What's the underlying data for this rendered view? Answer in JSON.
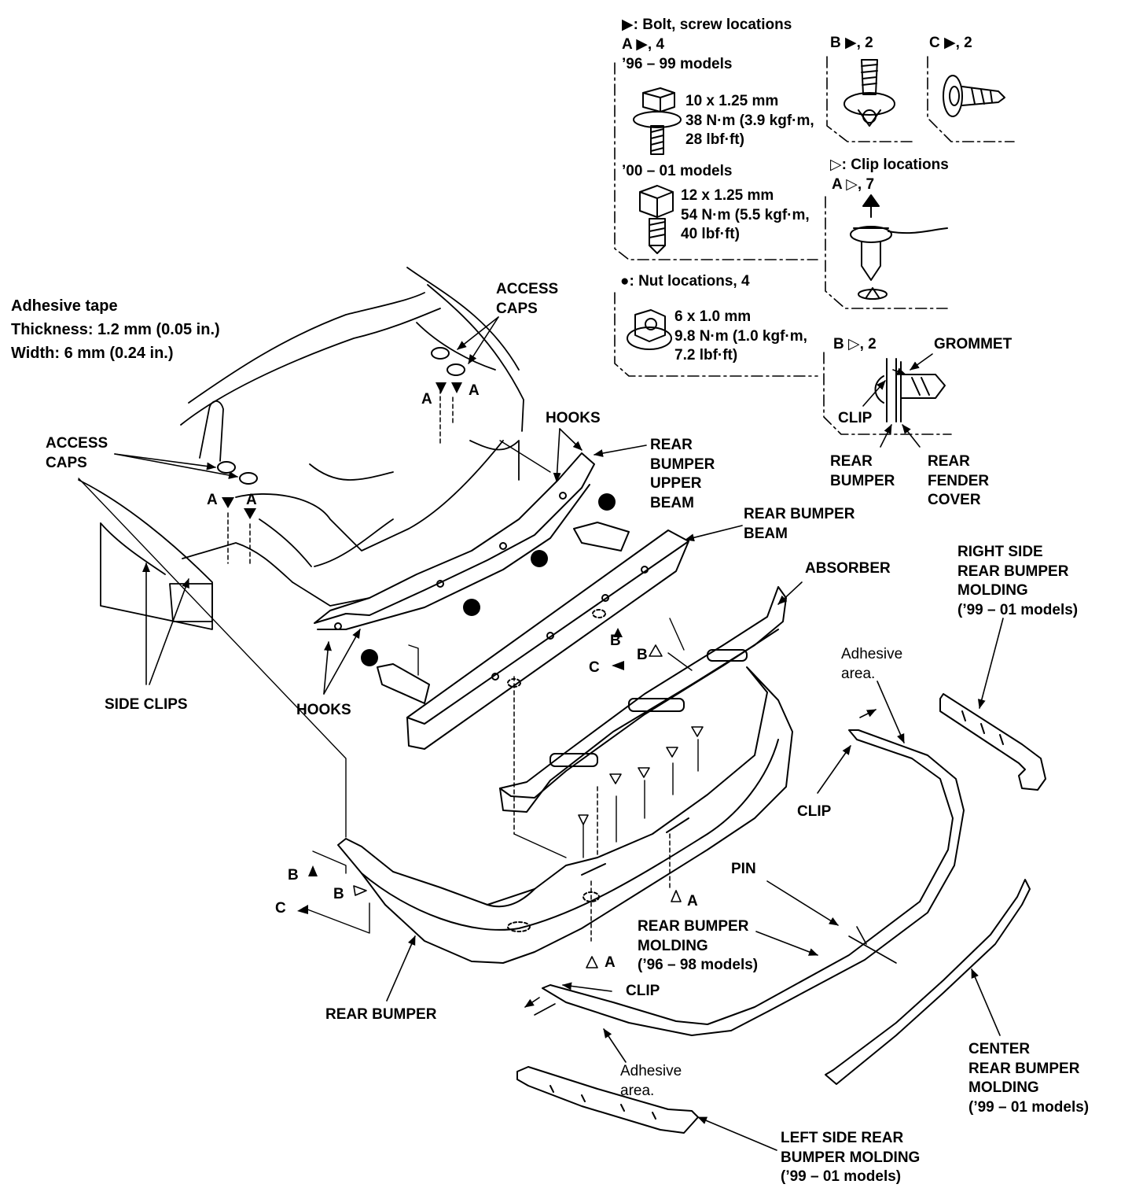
{
  "legend": {
    "bolt_header": "▶: Bolt, screw locations",
    "a_bolt": "A ▶, 4",
    "models_96_99": "’96 – 99 models",
    "bolt1_lines": [
      "10 x 1.25 mm",
      "38 N·m (3.9 kgf·m,",
      "28 lbf·ft)"
    ],
    "models_00_01": "’00 – 01 models",
    "bolt2_lines": [
      "12 x 1.25 mm",
      "54 N·m (5.5 kgf·m,",
      "40 lbf·ft)"
    ],
    "nut_header": "●: Nut locations, 4",
    "nut_lines": [
      "6 x 1.0 mm",
      "9.8 N·m (1.0 kgf·m,",
      "7.2 lbf·ft)"
    ],
    "b_screw": "B ▶, 2",
    "c_screw": "C ▶, 2",
    "clip_header": "▷: Clip locations",
    "a_clip": "A ▷, 7",
    "b_clip": "B ▷, 2",
    "grommet": "GROMMET",
    "clip": "CLIP",
    "rear_bumper_lines": [
      "REAR",
      "BUMPER"
    ],
    "fender_cover_lines": [
      "REAR",
      "FENDER",
      "COVER"
    ]
  },
  "adhesive_note": [
    "Adhesive tape",
    "Thickness: 1.2 mm (0.05 in.)",
    "Width: 6 mm (0.24 in.)"
  ],
  "callouts": {
    "access_caps_top": [
      "ACCESS",
      "CAPS"
    ],
    "access_caps_left": [
      "ACCESS",
      "CAPS"
    ],
    "hooks_top": "HOOKS",
    "hooks_bottom": "HOOKS",
    "upper_beam": [
      "REAR",
      "BUMPER",
      "UPPER",
      "BEAM"
    ],
    "bumper_beam": [
      "REAR BUMPER",
      "BEAM"
    ],
    "absorber": "ABSORBER",
    "side_clips": "SIDE CLIPS",
    "right_molding": [
      "RIGHT SIDE",
      "REAR BUMPER",
      "MOLDING",
      "(’99 – 01 models)"
    ],
    "adhesive_area_top": [
      "Adhesive",
      "area."
    ],
    "clip_right": "CLIP",
    "pin": "PIN",
    "molding_96_98": [
      "REAR BUMPER",
      "MOLDING",
      "(’96 – 98 models)"
    ],
    "rear_bumper": "REAR BUMPER",
    "clip_bottom": "CLIP",
    "adhesive_area_bottom": [
      "Adhesive",
      "area."
    ],
    "center_molding": [
      "CENTER",
      "REAR BUMPER",
      "MOLDING",
      "(’99 – 01 models)"
    ],
    "left_molding": [
      "LEFT SIDE REAR",
      "BUMPER MOLDING",
      "(’99 – 01 models)"
    ]
  },
  "markers": {
    "a": "A",
    "b": "B",
    "c": "C"
  }
}
